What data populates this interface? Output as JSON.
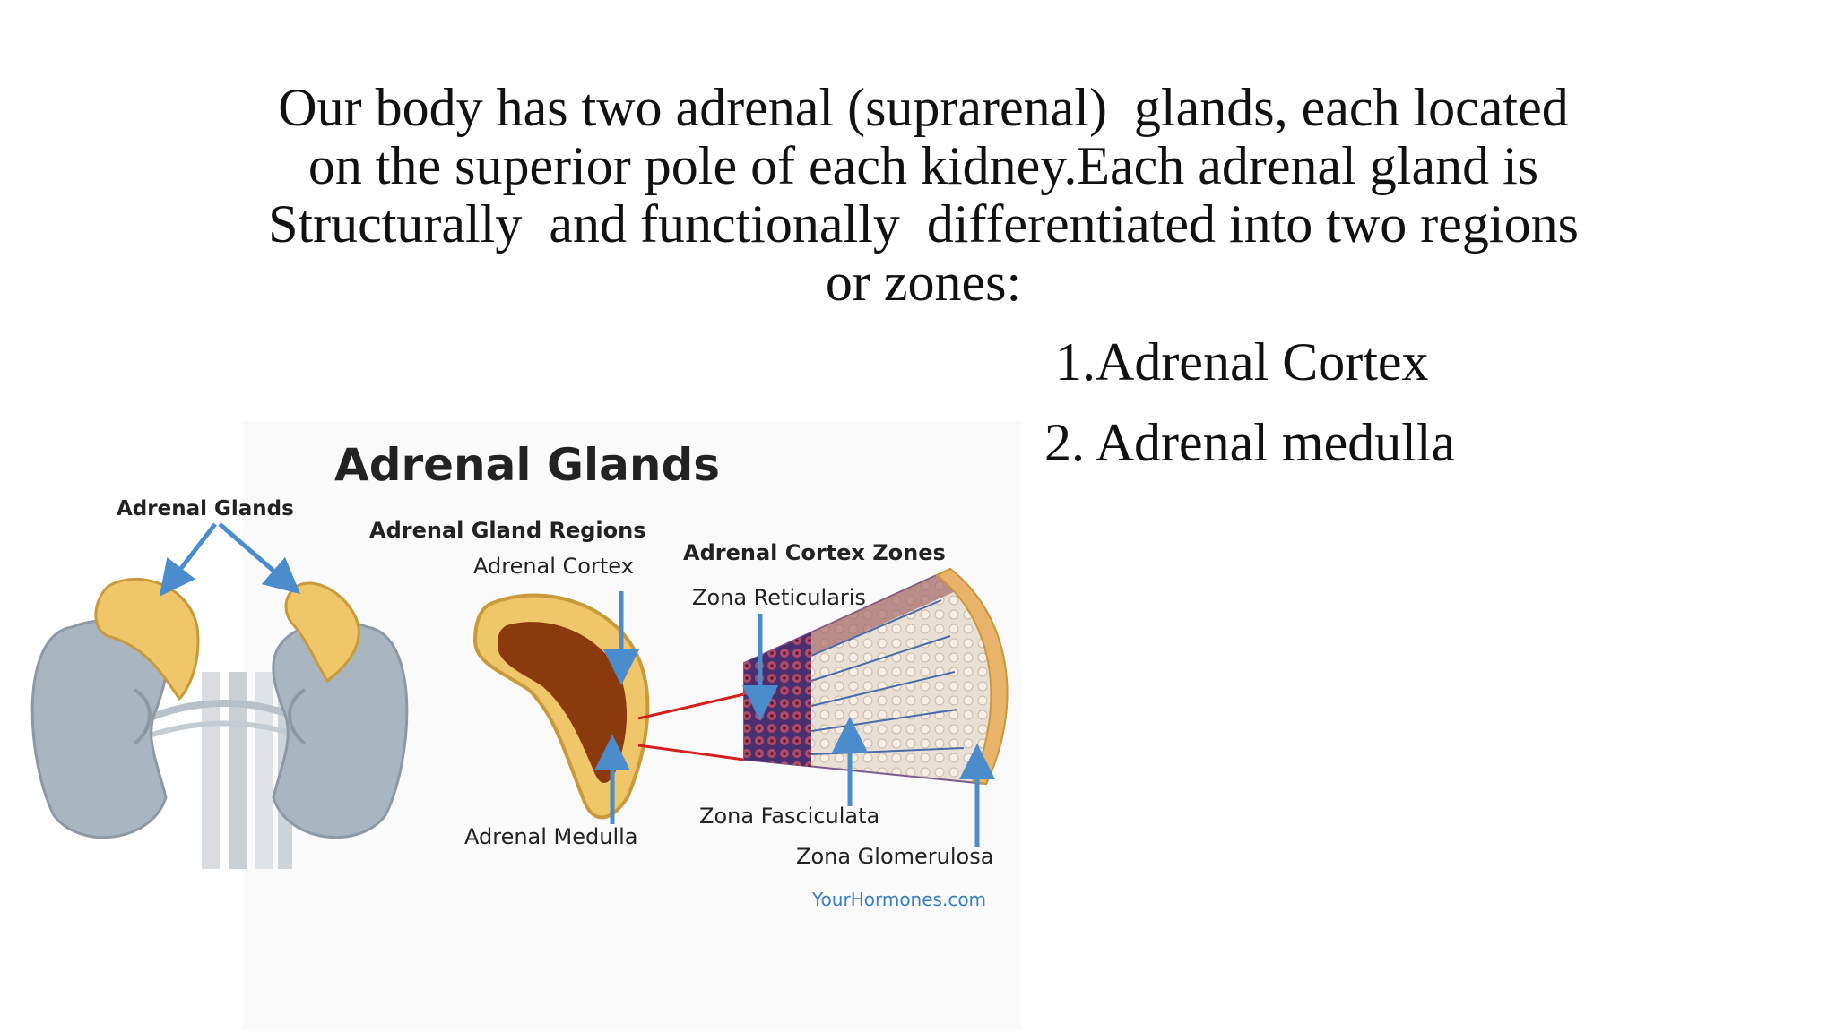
{
  "intro": {
    "lines": [
      "Our body has two adrenal (suprarenal)  glands, each located",
      "on the superior pole of each kidney.Each adrenal gland is",
      "Structurally  and functionally  differentiated into two regions",
      "or zones:"
    ]
  },
  "zones": [
    "1.Adrenal Cortex",
    "2. Adrenal medulla"
  ],
  "diagram": {
    "title": "Adrenal Glands",
    "labels": {
      "glands": "Adrenal Glands",
      "regions": "Adrenal Gland Regions",
      "cortex": "Adrenal Cortex",
      "medulla": "Adrenal Medulla",
      "cortex_zones": "Adrenal Cortex Zones",
      "reticularis": "Zona Reticularis",
      "fasciculata": "Zona Fasciculata",
      "glomerulosa": "Zona Glomerulosa"
    },
    "credit": "YourHormones.com",
    "colors": {
      "arrow": "#4a8ccc",
      "kidney": "#a9b6c1",
      "gland": "#f0c66a",
      "medulla": "#8b3a0e",
      "credit": "#3a7fc1",
      "connector": "#d42020"
    }
  }
}
